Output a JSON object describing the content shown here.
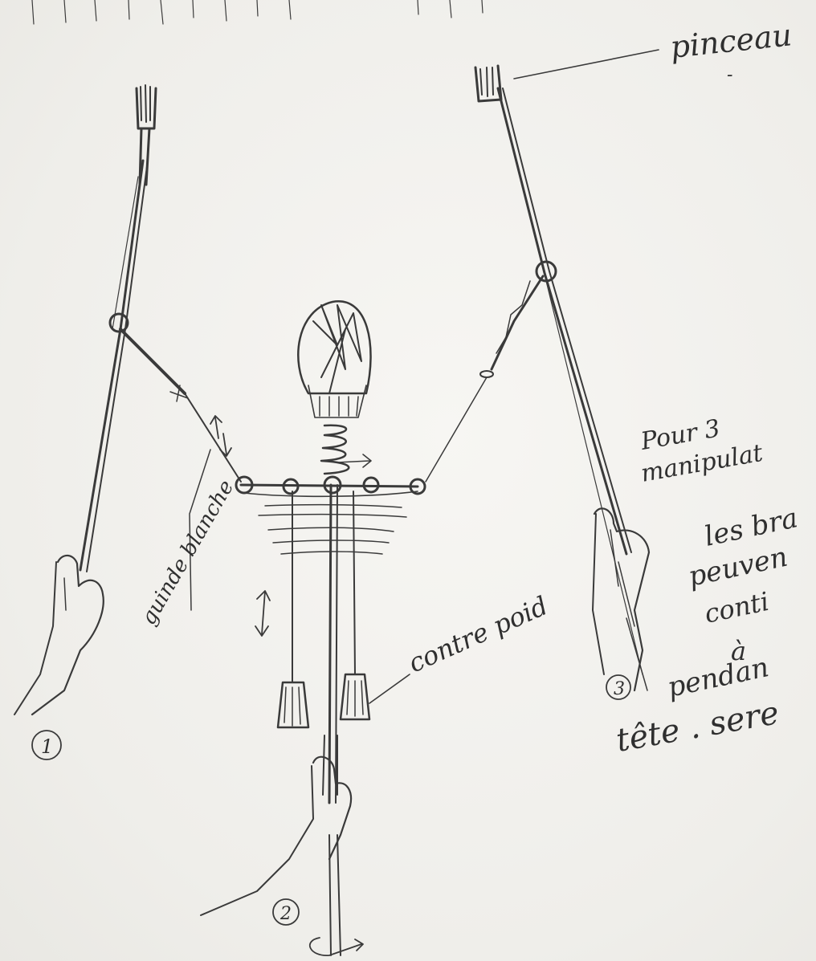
{
  "labels": {
    "brush": "pinceau",
    "brush_dash": "-",
    "rope": "guinde blanche",
    "counterweight": "contre poid",
    "note_line1": "Pour 3",
    "note_line2": "manipulat",
    "note_line3": "les bra",
    "note_line4": "peuven",
    "note_line5": "conti",
    "note_line6": "à",
    "note_line7": "pendan",
    "note_line8": "tête . sere",
    "operator_1": "1",
    "operator_2": "2",
    "operator_3": "3"
  }
}
